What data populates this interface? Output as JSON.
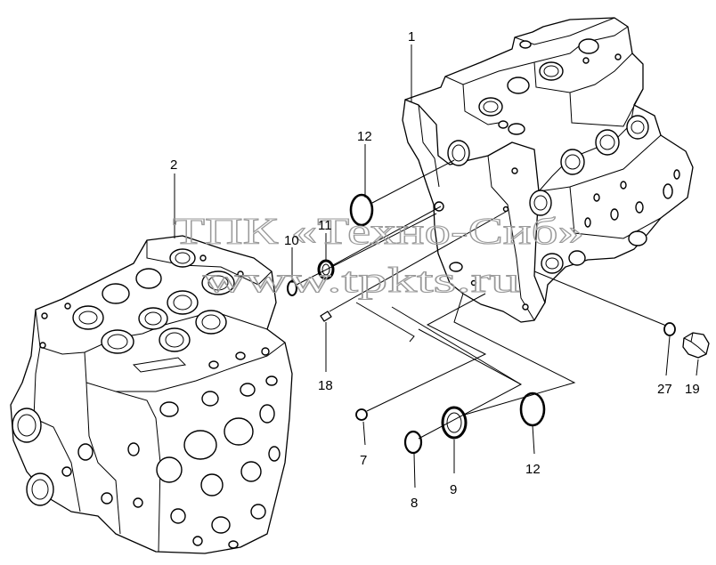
{
  "watermark": {
    "line1": "ТПК «Техно-Сиб»",
    "line2": "www.tpkts.ru",
    "color": "#9a9a9a"
  },
  "callouts": {
    "c1": "1",
    "c2": "2",
    "c7": "7",
    "c8": "8",
    "c9": "9",
    "c10": "10",
    "c11": "11",
    "c12a": "12",
    "c12b": "12",
    "c18": "18",
    "c19": "19",
    "c27": "27"
  },
  "colors": {
    "line": "#000000",
    "background": "#ffffff"
  }
}
